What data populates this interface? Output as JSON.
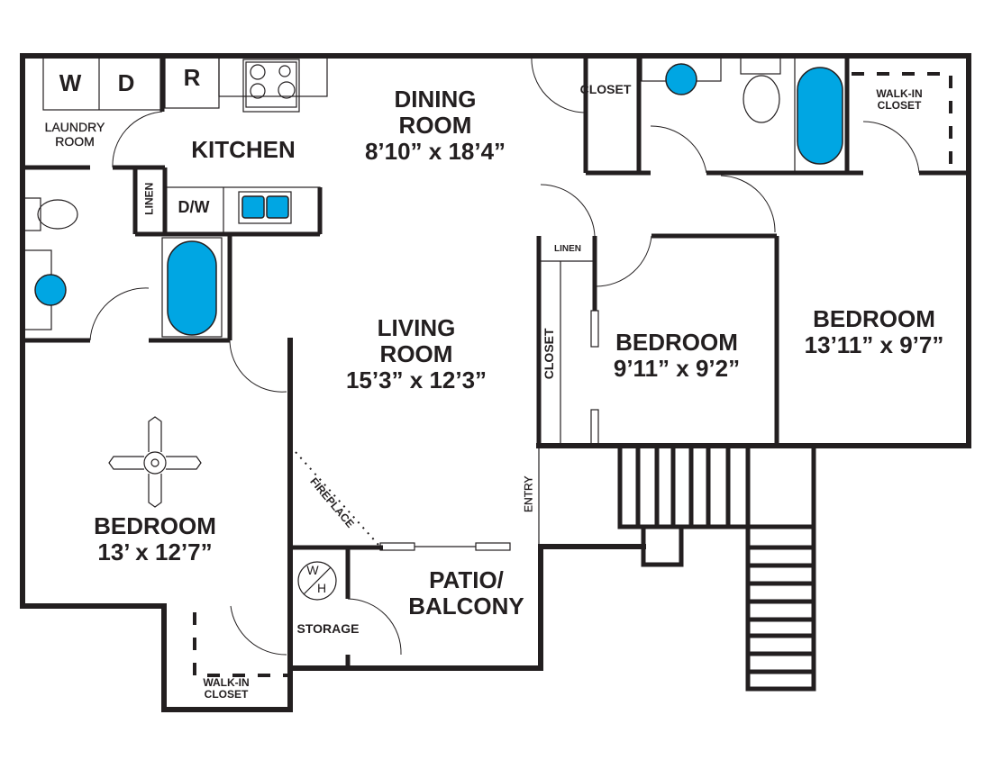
{
  "floorplan": {
    "rooms": {
      "laundry": {
        "name_line1": "LAUNDRY",
        "name_line2": "ROOM"
      },
      "washer": {
        "label": "W"
      },
      "dryer": {
        "label": "D"
      },
      "refrigerator": {
        "label": "R"
      },
      "kitchen": {
        "name": "KITCHEN"
      },
      "dishwasher": {
        "label": "D/W"
      },
      "linen_hall": {
        "label": "LINEN"
      },
      "dining": {
        "name_line1": "DINING",
        "name_line2": "ROOM",
        "dimensions": "8’10” x 18’4”"
      },
      "closet_top": {
        "label": "CLOSET"
      },
      "walkin_top": {
        "name_line1": "WALK-IN",
        "name_line2": "CLOSET"
      },
      "linen_right": {
        "label": "LINEN"
      },
      "closet_side": {
        "label": "CLOSET"
      },
      "bedroom_mid": {
        "name": "BEDROOM",
        "dimensions": "9’11” x 9’2”"
      },
      "bedroom_right": {
        "name": "BEDROOM",
        "dimensions": "13’11” x 9’7”"
      },
      "living": {
        "name_line1": "LIVING",
        "name_line2": "ROOM",
        "dimensions": "15’3” x 12’3”"
      },
      "entry": {
        "label": "ENTRY"
      },
      "fireplace": {
        "label": "FIREPLACE"
      },
      "bedroom_left": {
        "name": "BEDROOM",
        "dimensions": "13’ x 12’7”"
      },
      "walkin_bottom": {
        "name_line1": "WALK-IN",
        "name_line2": "CLOSET"
      },
      "water_heater": {
        "top": "W",
        "bottom": "H"
      },
      "storage": {
        "label": "STORAGE"
      },
      "patio": {
        "name_line1": "PATIO/",
        "name_line2": "BALCONY"
      }
    },
    "colors": {
      "wall": "#231f20",
      "fixture": "#00a6e3",
      "background": "#ffffff"
    }
  }
}
